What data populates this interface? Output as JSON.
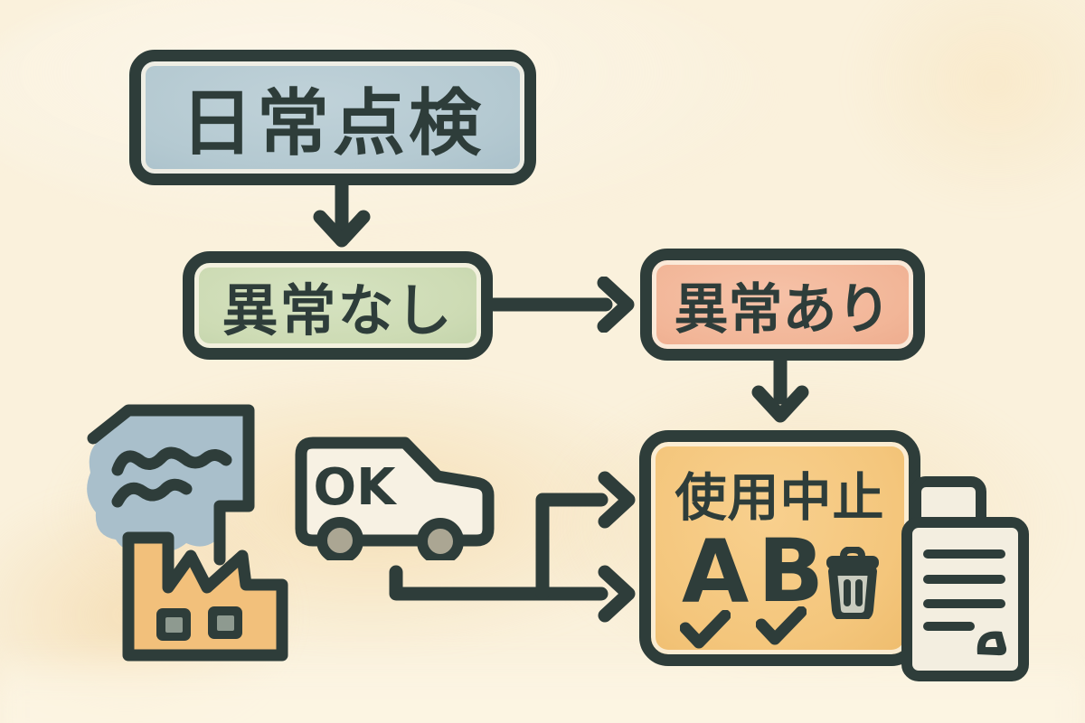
{
  "flowchart": {
    "nodes": {
      "daily_inspection": {
        "label": "日常点検",
        "fill": "#b7cad1"
      },
      "no_abnormality": {
        "label": "異常なし",
        "fill": "#cfddb7"
      },
      "abnormality": {
        "label": "異常あり",
        "fill": "#f3b89c"
      },
      "stop_use": {
        "label": "使用中止",
        "fill": "#f5c77d",
        "checklist": {
          "item_a": "A",
          "item_b": "B",
          "item_a_checked": true,
          "item_b_checked": true
        }
      }
    },
    "edges": [
      {
        "from": "daily_inspection",
        "to": "no_abnormality",
        "direction": "down"
      },
      {
        "from": "no_abnormality",
        "to": "abnormality",
        "direction": "right"
      },
      {
        "from": "abnormality",
        "to": "stop_use",
        "direction": "down"
      },
      {
        "from": "van",
        "to": "stop_use",
        "direction": "right-upper-branch"
      },
      {
        "from": "van",
        "to": "stop_use",
        "direction": "right-lower-branch"
      }
    ]
  },
  "illustrations": {
    "van": {
      "label": "OK",
      "body_fill": "#f7f1e3",
      "wheel_fill": "#aba693"
    },
    "factory": {
      "smoke_fill": "#a9bfcb",
      "building_fill": "#f2c07b",
      "window_fill": "#8e9a90"
    },
    "documents": {
      "page_fill": "#f3eee0",
      "text_line_count": 4
    },
    "trash": {
      "body_fill": "#c9ccbf"
    }
  },
  "colors": {
    "outline": "#2e3d3a",
    "background": "#faf1dc",
    "watercolor_wash": "#f2cc8c"
  }
}
